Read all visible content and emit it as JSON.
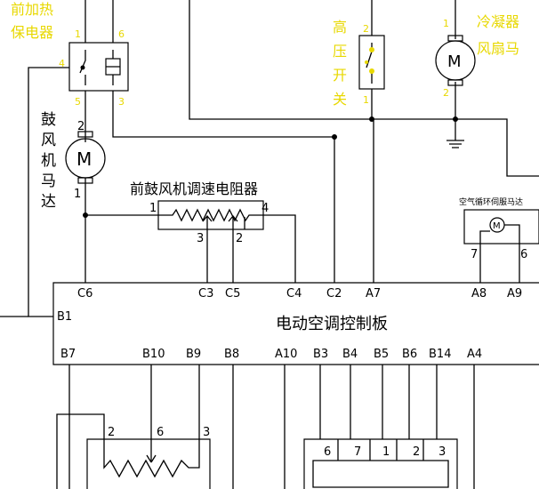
{
  "labels": {
    "front_blower_relay": [
      "前加热",
      "保电器"
    ],
    "high_pressure_switch": [
      "高",
      "压",
      "开",
      "关"
    ],
    "condenser_fan_motor": [
      "冷凝器",
      "风扇马"
    ],
    "blower_motor": [
      "鼓",
      "风",
      "机",
      "马",
      "达"
    ],
    "resistor": "前鼓风机调速电阻器",
    "recirc_servo": "空气循环伺服马达",
    "controller": "电动空调控制板",
    "motor_symbol": "M"
  },
  "relay_pins": {
    "p4": "4",
    "p1": "1",
    "p6": "6",
    "p5": "5",
    "p3": "3"
  },
  "blower_pins": {
    "top": "2",
    "bottom": "1"
  },
  "resistor_pins": {
    "left": "1",
    "right": "4",
    "b3": "3",
    "b2": "2"
  },
  "servo_pins": [
    "7",
    "6"
  ],
  "controller_top_pins": [
    "C6",
    "C3",
    "C5",
    "C4",
    "C2",
    "A7",
    "A8",
    "A9"
  ],
  "controller_side_pin": "B1",
  "controller_bottom_pins": [
    "B7",
    "B10",
    "B9",
    "B8",
    "A10",
    "B3",
    "B4",
    "B5",
    "B6",
    "B14",
    "A4"
  ],
  "pot_pins": [
    "2",
    "6",
    "3"
  ],
  "connector_pins": [
    "6",
    "7",
    "1",
    "2",
    "3"
  ]
}
